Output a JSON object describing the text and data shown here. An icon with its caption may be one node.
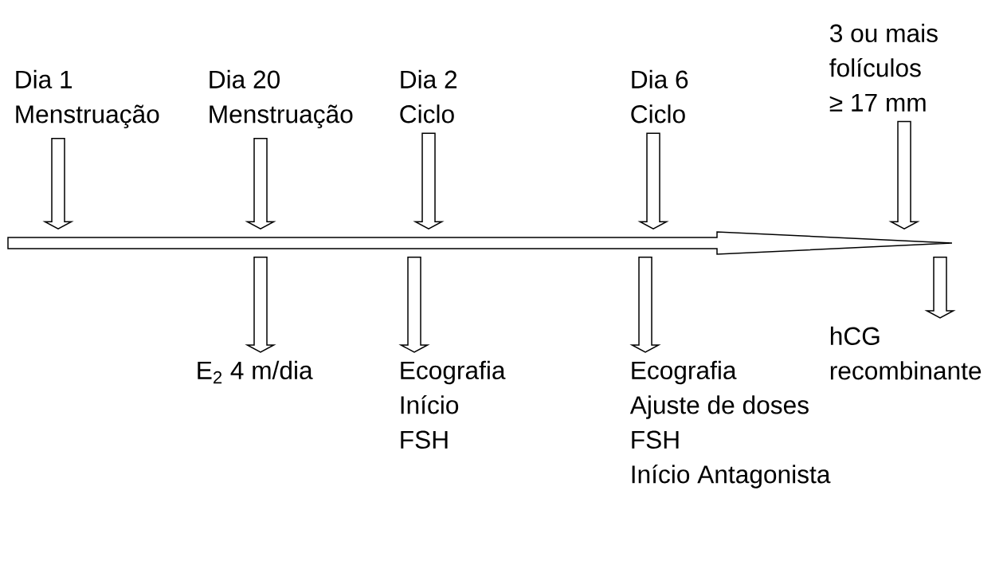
{
  "diagram": {
    "nodes": [
      {
        "text": [
          "Dia 1",
          "Menstruação"
        ]
      },
      {
        "text": [
          "Dia 20",
          "Menstruação"
        ]
      },
      {
        "text": [
          "Dia 2",
          "Ciclo"
        ]
      },
      {
        "text": [
          "Dia 6",
          "Ciclo"
        ]
      },
      {
        "text": [
          "3 ou mais",
          "folículos",
          "≥ 17 mm"
        ]
      },
      {
        "text": [],
        "shape": "arrow"
      },
      {
        "text": [
          "E$_{2}$ 4 m/dia"
        ]
      },
      {
        "text": [
          "Ecografia",
          "Início",
          "FSH"
        ]
      },
      {
        "text": [
          "Ecografia",
          "Ajuste de doses",
          "FSH",
          "Início Antagonista"
        ]
      },
      {
        "text": [
          "hCG",
          "recombinante"
        ]
      }
    ],
    "edges": [
      {
        "from": 0,
        "to": 5,
        "arrow": "to"
      },
      {
        "from": 1,
        "to": 5,
        "arrow": "to"
      },
      {
        "from": 2,
        "to": 5,
        "arrow": "to"
      },
      {
        "from": 3,
        "to": 5,
        "arrow": "to"
      },
      {
        "from": 4,
        "to": 5,
        "arrow": "to"
      },
      {
        "from": 5,
        "to": 6,
        "arrow": "to"
      },
      {
        "from": 5,
        "to": 7,
        "arrow": "to"
      },
      {
        "from": 5,
        "to": 8,
        "arrow": "to"
      },
      {
        "from": 5,
        "to": 9,
        "arrow": "to"
      }
    ]
  }
}
